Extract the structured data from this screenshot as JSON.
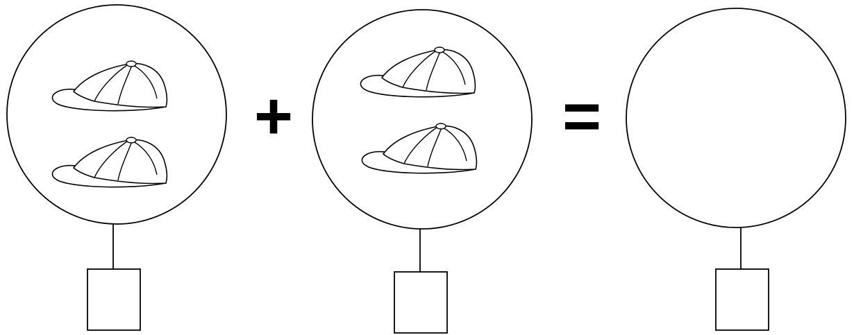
{
  "equation": {
    "operator_1": "+",
    "operator_2": "=",
    "groups": [
      {
        "name": "first-addend",
        "hat_count": 2,
        "answer_box": ""
      },
      {
        "name": "second-addend",
        "hat_count": 2,
        "answer_box": ""
      },
      {
        "name": "sum",
        "hat_count": 0,
        "answer_box": ""
      }
    ]
  },
  "style": {
    "stroke_color": "#000000",
    "fill_color": "#ffffff"
  },
  "icons": {
    "hat": "baseball-cap-icon"
  }
}
